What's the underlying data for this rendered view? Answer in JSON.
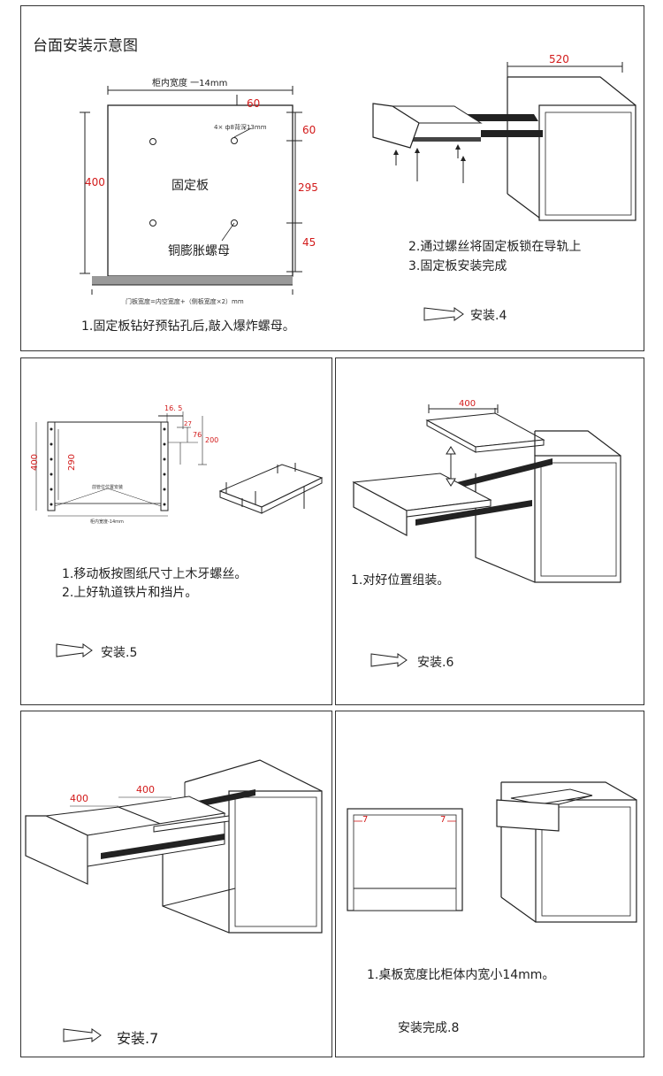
{
  "panel1": {
    "title": "台面安装示意图",
    "width_label": "柜内宽度 一14mm",
    "dim_60_top": "60",
    "hole_note": "4× ф8背深13mm",
    "dim_60_right": "60",
    "dim_400": "400",
    "dim_295": "295",
    "dim_45": "45",
    "board_label": "固定板",
    "nut_label": "铜膨胀螺母",
    "formula": "门板宽度=内空宽度+（侧板宽度×2）mm",
    "step_text": "1.固定板钻好预钻孔后,敲入爆炸螺母。"
  },
  "panel2": {
    "dim_520": "520",
    "step_line1": "2.通过螺丝将固定板锁在导轨上",
    "step_line2": "3.固定板安装完成",
    "next_label": "安装.4"
  },
  "panel3": {
    "dim_16_5": "16. 5",
    "dim_27": "27",
    "dim_76": "76",
    "dim_200": "200",
    "dim_400": "400",
    "dim_290": "290",
    "center_note": "前管位位置安装",
    "width_note": "柜内宽度-14mm",
    "step_line1": "1.移动板按图纸尺寸上木牙螺丝。",
    "step_line2": "2.上好轨道铁片和挡片。",
    "next_label": "安装.5"
  },
  "panel4": {
    "dim_400": "400",
    "step_text": "1.对好位置组装。",
    "next_label": "安装.6"
  },
  "panel5": {
    "dim_400_a": "400",
    "dim_400_b": "400",
    "next_label": "安装.7"
  },
  "panel6": {
    "dim_7_left": "7",
    "dim_7_right": "7",
    "step_text": "1.桌板宽度比柜体内宽小14mm。",
    "done_label": "安装完成.8"
  },
  "colors": {
    "accent_red": "#d21a1a",
    "line": "#222222",
    "base": "#999999"
  }
}
